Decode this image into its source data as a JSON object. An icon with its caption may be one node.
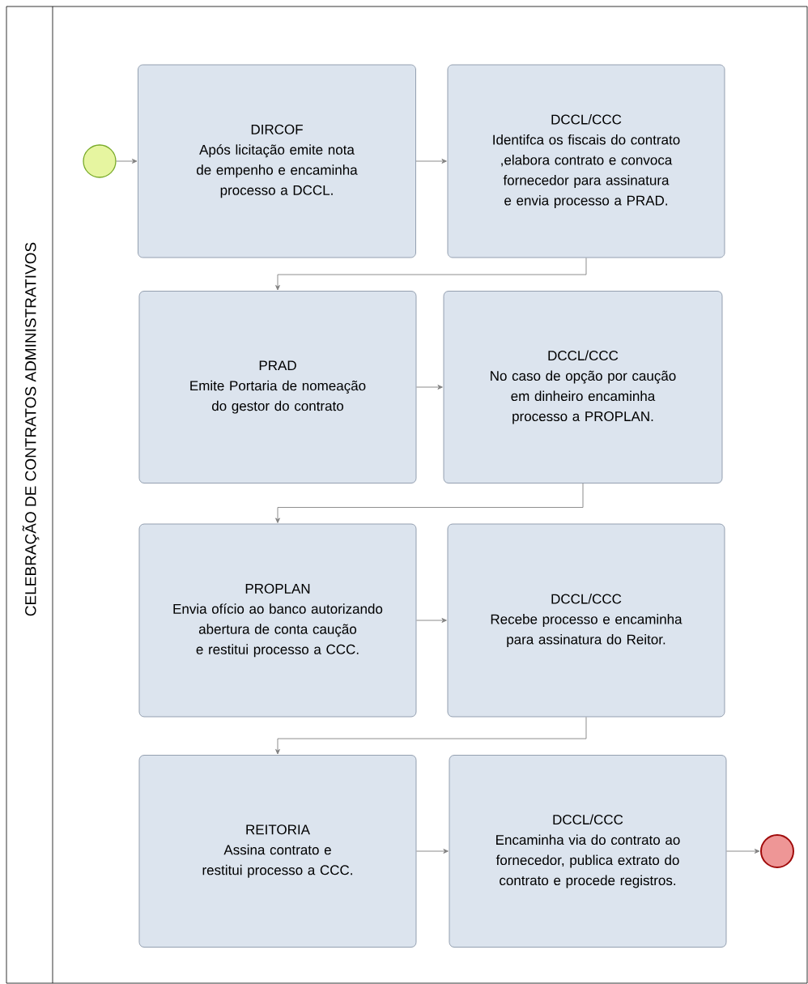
{
  "diagram": {
    "nodes": [
      {
        "text": [
          "CELEBRAÇÃO DE CONTRATOS ADMINISTRATIVOS"
        ]
      },
      {
        "text": [],
        "shape": "circle",
        "in": 0
      },
      {
        "text": [
          "DIRCOF",
          "Após licitação emite nota de empenho e encaminha processo a DCCL."
        ],
        "in": 0
      },
      {
        "text": [
          "DCCL/CCC",
          "Identifca os fiscais do contrato ,elabora contrato e convoca fornecedor para assinatura e envia processo a PRAD."
        ],
        "in": 0
      },
      {
        "text": [
          "PRAD",
          "Emite Portaria de nomeação do gestor do contrato"
        ],
        "in": 0
      },
      {
        "text": [
          "DCCL/CCC",
          "No caso de opção por caução em dinheiro encaminha processo a PROPLAN."
        ],
        "in": 0
      },
      {
        "text": [
          "PROPLAN",
          "Envia ofício ao banco autorizando abertura de conta caução e restitui processo a CCC."
        ],
        "in": 0
      },
      {
        "text": [
          "DCCL/CCC",
          "Recebe processo e encaminha para assinatura do Reitor."
        ],
        "in": 0
      },
      {
        "text": [
          "REITORIA",
          "Assina contrato e restitui processo a CCC."
        ],
        "in": 0
      },
      {
        "text": [
          "DCCL/CCC",
          "Encaminha via do contrato ao fornecedor, publica extrato do contrato e procede registros."
        ],
        "in": 0
      },
      {
        "text": [],
        "shape": "circle",
        "in": 0
      }
    ],
    "edges": [
      {
        "from": 1,
        "to": 2,
        "arrow": "to"
      },
      {
        "from": 2,
        "to": 3,
        "arrow": "to"
      },
      {
        "from": 3,
        "to": 4,
        "arrow": "to"
      },
      {
        "from": 4,
        "to": 5,
        "arrow": "to"
      },
      {
        "from": 5,
        "to": 6,
        "arrow": "to"
      },
      {
        "from": 6,
        "to": 7,
        "arrow": "to"
      },
      {
        "from": 7,
        "to": 8,
        "arrow": "to"
      },
      {
        "from": 8,
        "to": 9,
        "arrow": "to"
      },
      {
        "from": 9,
        "to": 10,
        "arrow": "to"
      }
    ]
  }
}
